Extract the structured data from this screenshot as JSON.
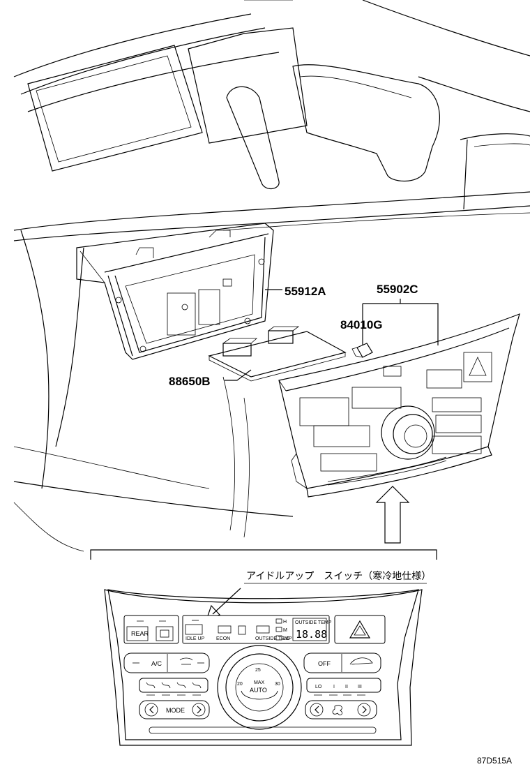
{
  "callouts": {
    "bezel_part": "55912A",
    "panel_part": "55902C",
    "bulb_part": "84010G",
    "board_part": "88650B"
  },
  "detail": {
    "caption": "アイドルアップ　スイッチ（寒冷地仕様）",
    "rear_label": "REAR",
    "idle_up_label": "IDLE UP",
    "econ_label": "ECON",
    "outside_temp_top": "OUTSIDE TEMP",
    "outside_temp_bottom": "OUTSIDE TEMP",
    "display_digits": "18.88",
    "ac_label": "A/C",
    "off_label": "OFF",
    "lo_label": "LO",
    "fan_1": "I",
    "fan_2": "II",
    "fan_3": "III",
    "mode_label": "MODE",
    "auto_label": "AUTO",
    "max_label": "MAX",
    "temp_25": "25",
    "temp_20": "20",
    "temp_30": "30",
    "ind_h": "H",
    "ind_m": "M",
    "ind_lo": "LO",
    "small_ac": "A/C",
    "small_mode": "MODE",
    "small_outside": "OUTSIDE TEMP",
    "small_off": "OFF",
    "small_digits": "18.88"
  },
  "figure_id": "87D515A"
}
